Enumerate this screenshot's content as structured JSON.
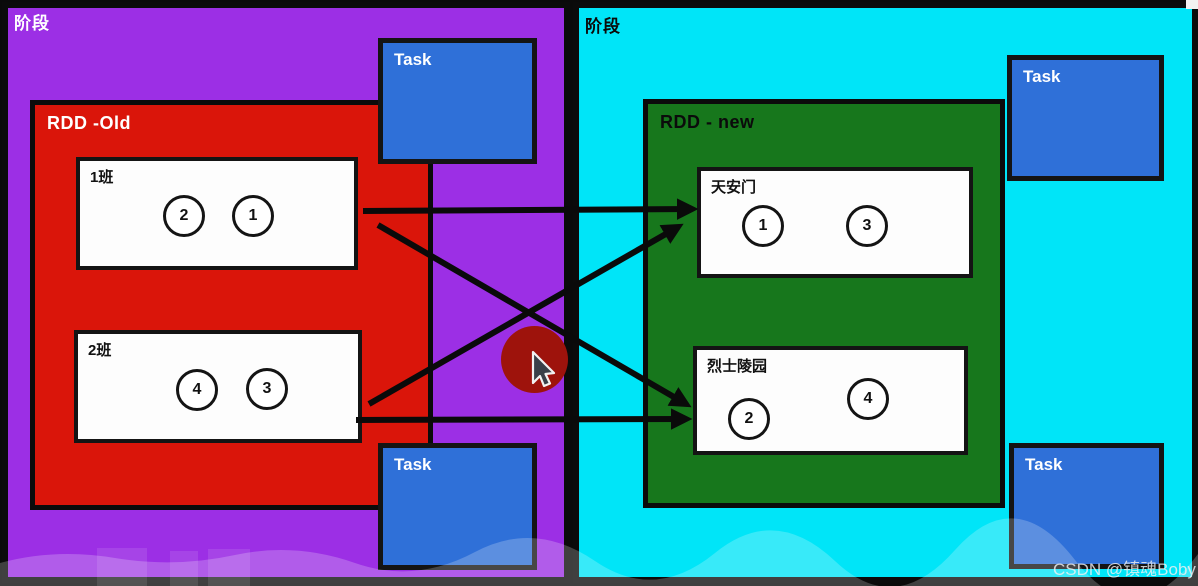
{
  "left_stage": {
    "label": "阶段",
    "rdd": {
      "title": "RDD -Old",
      "partitions": [
        {
          "label": "1班",
          "items": [
            "2",
            "1"
          ]
        },
        {
          "label": "2班",
          "items": [
            "4",
            "3"
          ]
        }
      ]
    },
    "tasks": [
      {
        "label": "Task"
      },
      {
        "label": "Task"
      }
    ]
  },
  "right_stage": {
    "label": "阶段",
    "rdd": {
      "title": "RDD - new",
      "partitions": [
        {
          "label": "天安门",
          "items": [
            "1",
            "3"
          ]
        },
        {
          "label": "烈士陵园",
          "items": [
            "2",
            "4"
          ]
        }
      ]
    },
    "tasks": [
      {
        "label": "Task"
      },
      {
        "label": "Task"
      }
    ]
  },
  "watermark": "CSDN @镇魂Boby",
  "colors": {
    "left_stage_bg": "#9c2fe5",
    "right_stage_bg": "#00e5f8",
    "rdd_old_bg": "#da150a",
    "rdd_new_bg": "#17771c",
    "task_bg": "#2f70d8",
    "arrow": "#0a0a0a",
    "highlight_circle": "#9e130c"
  }
}
